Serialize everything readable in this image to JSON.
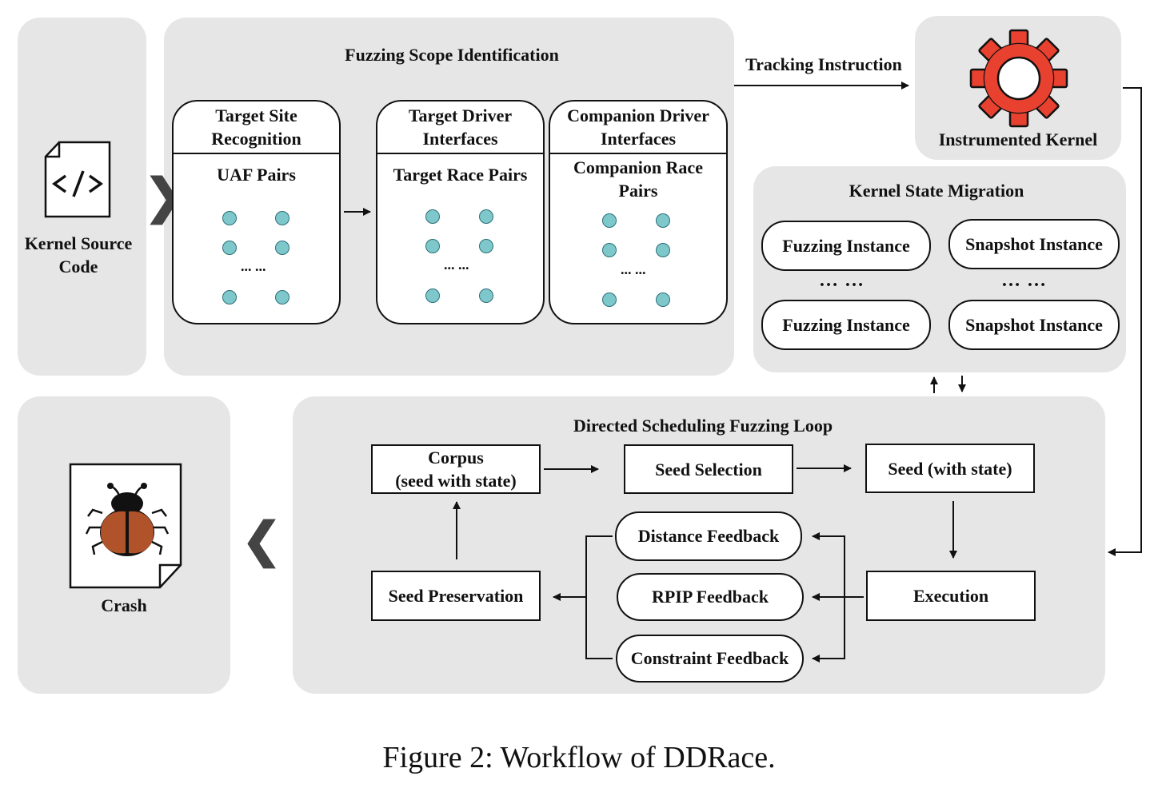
{
  "kernel_source": {
    "label_line1": "Kernel Source",
    "label_line2": "Code"
  },
  "fuzzing_scope": {
    "title": "Fuzzing Scope Identification",
    "target_site": {
      "head_line1": "Target Site",
      "head_line2": "Recognition",
      "sub": "UAF Pairs",
      "ellipsis": "... ..."
    },
    "target_driver": {
      "head_line1": "Target Driver",
      "head_line2": "Interfaces",
      "sub": "Target Race Pairs",
      "ellipsis": "... ..."
    },
    "companion_driver": {
      "head_line1": "Companion Driver",
      "head_line2": "Interfaces",
      "sub_line1": "Companion Race",
      "sub_line2": "Pairs",
      "ellipsis": "... ..."
    }
  },
  "tracking_instruction": "Tracking Instruction",
  "instrumented_kernel": {
    "label": "Instrumented Kernel",
    "icon": "gear-icon"
  },
  "kernel_state_migration": {
    "title": "Kernel State Migration",
    "fuzzing_instances": [
      "Fuzzing Instance",
      "Fuzzing Instance"
    ],
    "snapshot_instances": [
      "Snapshot Instance",
      "Snapshot Instance"
    ],
    "ellipsis": "… …"
  },
  "loop": {
    "title": "Directed Scheduling Fuzzing Loop",
    "corpus_line1": "Corpus",
    "corpus_line2": "(seed with state)",
    "seed_selection": "Seed Selection",
    "seed_with_state": "Seed (with state)",
    "distance_feedback": "Distance Feedback",
    "rpip_feedback": "RPIP Feedback",
    "constraint_feedback": "Constraint Feedback",
    "seed_preservation": "Seed Preservation",
    "execution": "Execution"
  },
  "crash": {
    "label": "Crash",
    "icon": "bug-icon"
  },
  "caption": "Figure 2: Workflow of DDRace.",
  "colors": {
    "panel": "#e6e6e6",
    "dot": "#7ec8cc",
    "gear": "#e8412f",
    "bug": "#b0522a"
  }
}
